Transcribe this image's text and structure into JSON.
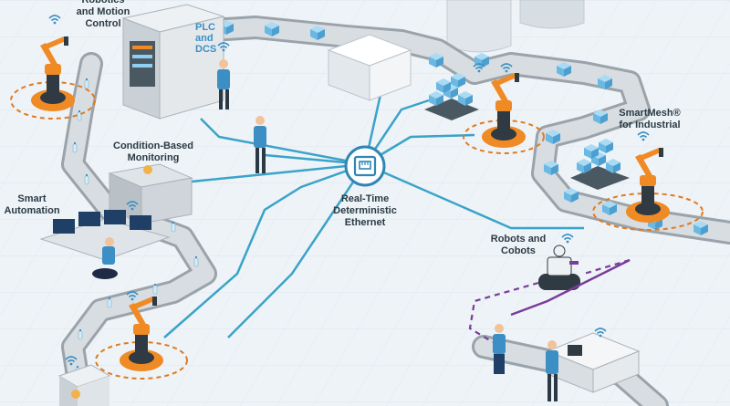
{
  "labels": {
    "robotics": "Robotics\nand Motion\nControl",
    "plc": "PLC\nand\nDCS",
    "condition": "Condition-Based\nMonitoring",
    "smart_automation": "Smart\nAutomation",
    "ethernet": "Real-Time\nDeterministic\nEthernet",
    "smartmesh": "SmartMesh®\nfor Industrial",
    "robots_cobots": "Robots and\nCobots"
  },
  "colors": {
    "background": "#eef3f7",
    "network_line": "#3aa3c9",
    "hub": "#2f86b5",
    "robot_orange": "#f08a24",
    "conveyor": "#bfc6cc",
    "box_blue": "#7cc3ea",
    "wifi": "#3b8fc4",
    "path_dash_orange": "#e07a1f",
    "path_dash_purple": "#7a3c9a"
  },
  "icons": {
    "hub": "ethernet-port-icon",
    "wireless": "wifi-icon"
  }
}
